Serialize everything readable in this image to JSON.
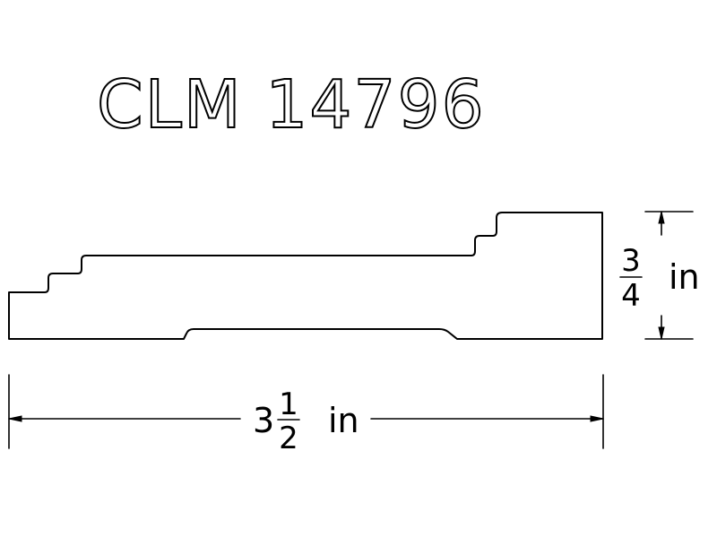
{
  "part_number": "CLM 14796",
  "height_dimension": {
    "numerator": "3",
    "denominator": "4",
    "unit": "in"
  },
  "width_dimension": {
    "whole": "3",
    "numerator": "1",
    "denominator": "2",
    "unit": "in"
  },
  "colors": {
    "line": "#000000",
    "background": "#ffffff"
  }
}
